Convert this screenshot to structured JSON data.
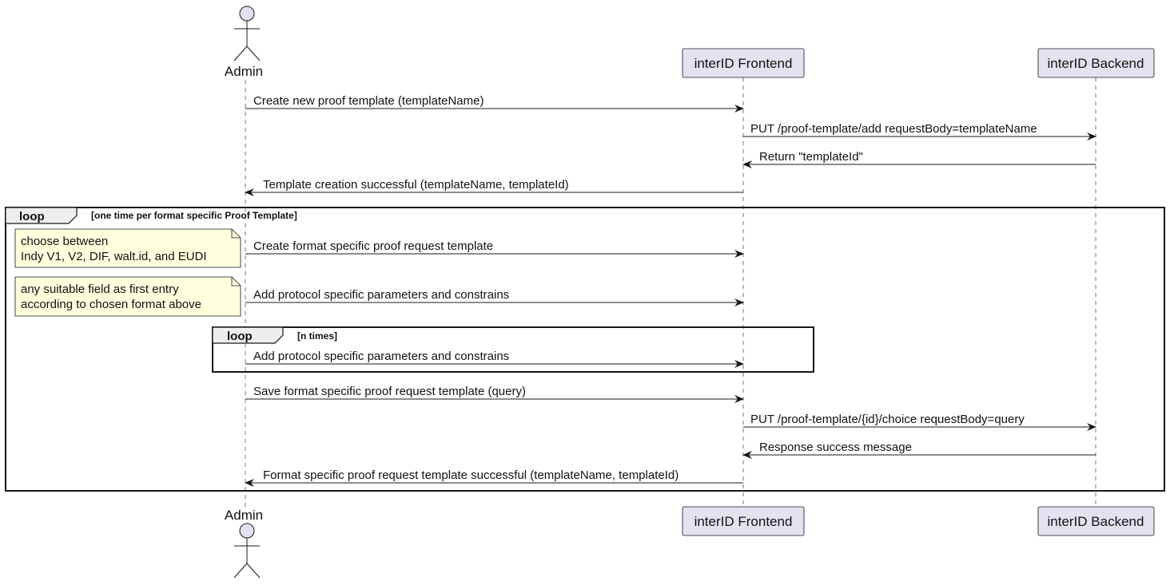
{
  "participants": {
    "admin": "Admin",
    "frontend": "interID Frontend",
    "backend": "interID Backend"
  },
  "messages": [
    "Create new proof template (templateName)",
    "PUT /proof-template/add requestBody=templateName",
    "Return \"templateId\"",
    "Template creation successful (templateName, templateId)",
    "Create format specific proof request template",
    "Add protocol specific parameters and constrains",
    "Add protocol specific parameters and constrains",
    "Save format specific proof request template (query)",
    "PUT /proof-template/{id}/choice requestBody=query",
    "Response success message",
    "Format specific proof request template successful (templateName, templateId)"
  ],
  "loops": [
    {
      "label": "loop",
      "condition": "[one time per format specific Proof Template]"
    },
    {
      "label": "loop",
      "condition": "[n times]"
    }
  ],
  "notes": [
    [
      "choose between",
      "Indy V1, V2, DIF, walt.id, and EUDI"
    ],
    [
      "any suitable field as first entry",
      "according to chosen format above"
    ]
  ],
  "colors": {
    "participant_fill": "#E2E2F0",
    "participant_stroke": "#181818",
    "note_fill": "#FEFFDD",
    "note_stroke": "#181818",
    "loop_header_fill": "#EEEEEE",
    "lifeline": "#181818",
    "arrow": "#181818"
  }
}
